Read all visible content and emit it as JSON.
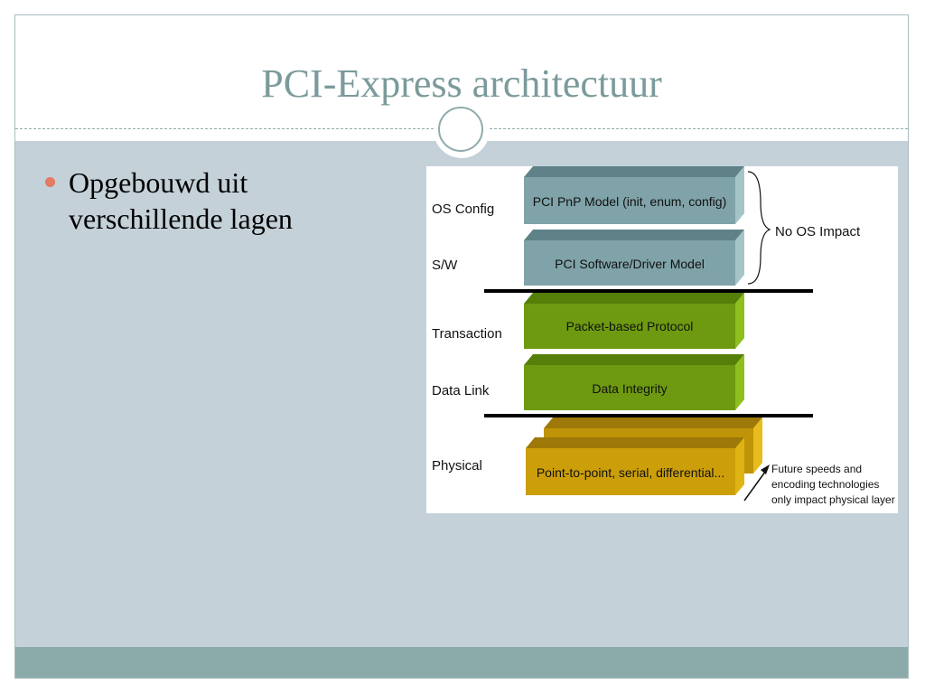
{
  "slide": {
    "title": "PCI-Express architectuur",
    "bullets": [
      "Opgebouwd uit verschillende lagen"
    ]
  },
  "diagram": {
    "layer_labels": [
      "OS Config",
      "S/W",
      "Transaction",
      "Data Link",
      "Physical"
    ],
    "blocks": [
      {
        "text": "PCI PnP Model (init, enum, config)",
        "color": "#7fa3a8"
      },
      {
        "text": "PCI Software/Driver Model",
        "color": "#7fa3a8"
      },
      {
        "text": "Packet-based Protocol",
        "color": "#6d9a10"
      },
      {
        "text": "Data Integrity",
        "color": "#6d9a10"
      },
      {
        "text": "Point-to-point, serial, differential...",
        "color": "#cc9f0a"
      }
    ],
    "brace_label": "No OS Impact",
    "note_lines": [
      "Future speeds and",
      "encoding technologies",
      "only impact physical layer"
    ]
  }
}
